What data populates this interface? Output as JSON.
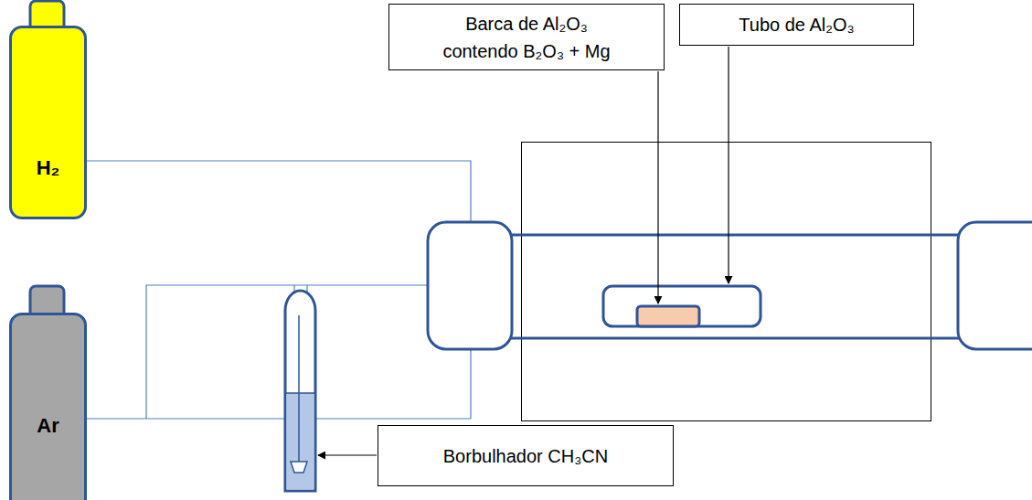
{
  "diagram": {
    "nodes": [
      {
        "text": [
          "H₂"
        ]
      },
      {
        "text": [
          "Barca de Al₂O₃ contendo B₂O₃ + Mg"
        ]
      },
      {
        "text": [
          "Tubo de Al₂O₃"
        ]
      },
      {
        "text": [
          "Ar"
        ]
      },
      {
        "text": [
          "Borbulhador CH₃CN"
        ]
      }
    ]
  }
}
